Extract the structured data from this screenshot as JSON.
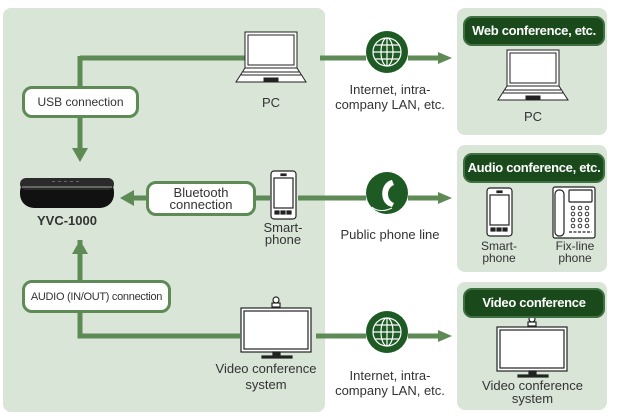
{
  "device": {
    "name": "YVC-1000"
  },
  "connections": {
    "usb": "USB connection",
    "bluetooth_line1": "Bluetooth",
    "bluetooth_line2": "connection",
    "audio": "AUDIO (IN/OUT) connection"
  },
  "endpoints": {
    "pc": "PC",
    "smartphone_line1": "Smart-",
    "smartphone_line2": "phone",
    "vcs_line1": "Video conference",
    "vcs_line2": "system"
  },
  "networks": {
    "internet1_line1": "Internet, intra-",
    "internet1_line2": "company LAN, etc.",
    "phone": "Public phone line",
    "internet2_line1": "Internet, intra-",
    "internet2_line2": "company LAN, etc."
  },
  "destinations": [
    {
      "header": "Web conference, etc.",
      "items": [
        {
          "label": "PC"
        }
      ]
    },
    {
      "header": "Audio conference, etc.",
      "items": [
        {
          "label_line1": "Smart-",
          "label_line2": "phone"
        },
        {
          "label_line1": "Fix-line",
          "label_line2": "phone"
        }
      ]
    },
    {
      "header": "Video conference",
      "items": [
        {
          "label_line1": "Video conference",
          "label_line2": "system"
        }
      ]
    }
  ],
  "colors": {
    "panel": "#d8e5d7",
    "line": "#5e8a56",
    "header": "#1a4a1c"
  }
}
